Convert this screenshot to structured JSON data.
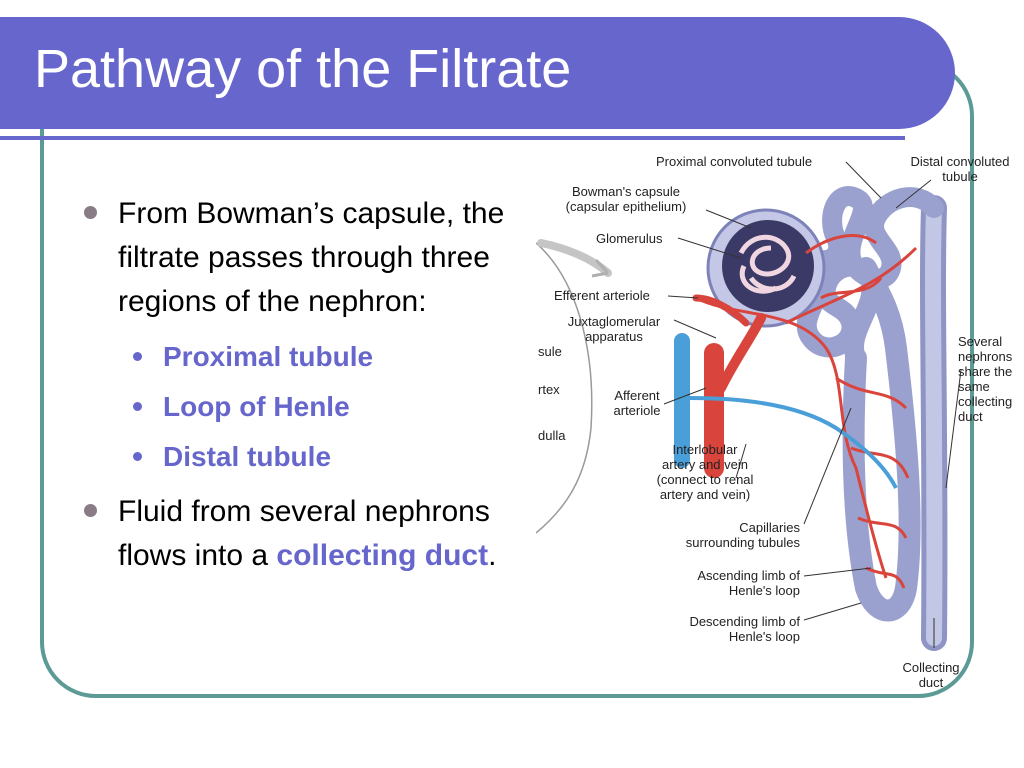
{
  "slide": {
    "title": "Pathway of the Filtrate",
    "bullet1": "From Bowman’s capsule, the filtrate passes through three regions of the nephron:",
    "sub_items": [
      "Proximal tubule",
      "Loop of Henle",
      "Distal tubule"
    ],
    "bullet2_text": "Fluid from several nephrons flows into a",
    "bullet2_highlight": "collecting duct",
    "bullet2_end": "."
  },
  "diagram": {
    "proximal_convoluted_tubule": "Proximal convoluted tubule",
    "distal_convoluted_tubule": "Distal convoluted tubule",
    "bowmans_capsule": "Bowman's capsule",
    "capsular_epithelium": "(capsular epithelium)",
    "glomerulus": "Glomerulus",
    "efferent_arteriole": "Efferent arteriole",
    "juxtaglomerular": "Juxtaglomerular",
    "apparatus": "apparatus",
    "afferent": "Afferent",
    "arteriole": "arteriole",
    "interlobular_1": "Interlobular",
    "interlobular_2": "artery and vein",
    "interlobular_3": "(connect to renal",
    "interlobular_4": "artery and vein)",
    "capillaries_1": "Capillaries",
    "capillaries_2": "surrounding tubules",
    "ascending_1": "Ascending limb of",
    "ascending_2": "Henle's loop",
    "descending_1": "Descending limb of",
    "descending_2": "Henle's loop",
    "collecting_1": "Collecting",
    "collecting_2": "duct",
    "several_1": "Several",
    "several_2": "nephrons",
    "several_3": "share the",
    "several_4": "same",
    "several_5": "collecting",
    "several_6": "duct",
    "inset_1": "sule",
    "inset_2": "rtex",
    "inset_3": "dulla"
  },
  "colors": {
    "title_bar": "#6666cc",
    "frame_border": "#5c9a96",
    "highlight": "#6666cc",
    "tubule": "#b3b8dc",
    "vessel": "#d9453c"
  }
}
